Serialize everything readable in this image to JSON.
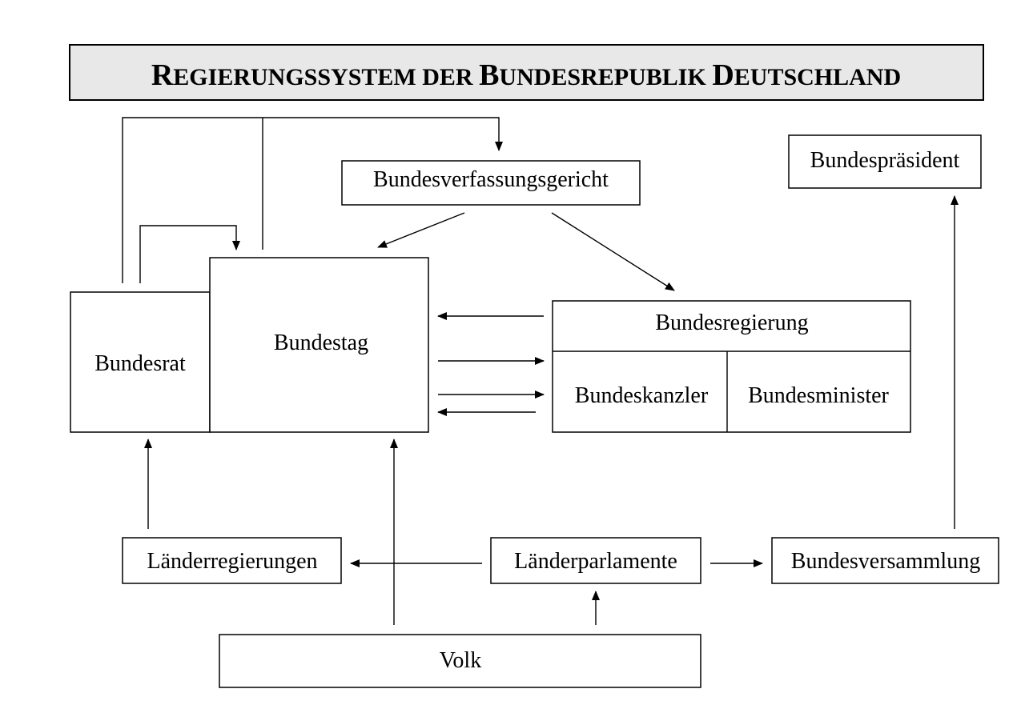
{
  "title": {
    "parts": [
      {
        "text": "R",
        "size": "big"
      },
      {
        "text": "EGIERUNGSSYSTEM DER ",
        "size": "small"
      },
      {
        "text": "B",
        "size": "big"
      },
      {
        "text": "UNDESREPUBLIK ",
        "size": "small"
      },
      {
        "text": "D",
        "size": "big"
      },
      {
        "text": "EUTSCHLAND",
        "size": "small"
      }
    ]
  },
  "nodes": {
    "bundesverfassungsgericht": "Bundesverfassungsgericht",
    "bundespraesident": "Bundespräsident",
    "bundesrat": "Bundesrat",
    "bundestag": "Bundestag",
    "bundesregierung": "Bundesregierung",
    "bundeskanzler": "Bundeskanzler",
    "bundesminister": "Bundesminister",
    "laenderregierungen": "Länderregierungen",
    "laenderparlamente": "Länderparlamente",
    "bundesversammlung": "Bundesversammlung",
    "volk": "Volk"
  },
  "style": {
    "title_fill": "#e8e8e8",
    "line_color": "#000000",
    "box_fill": "#ffffff"
  }
}
